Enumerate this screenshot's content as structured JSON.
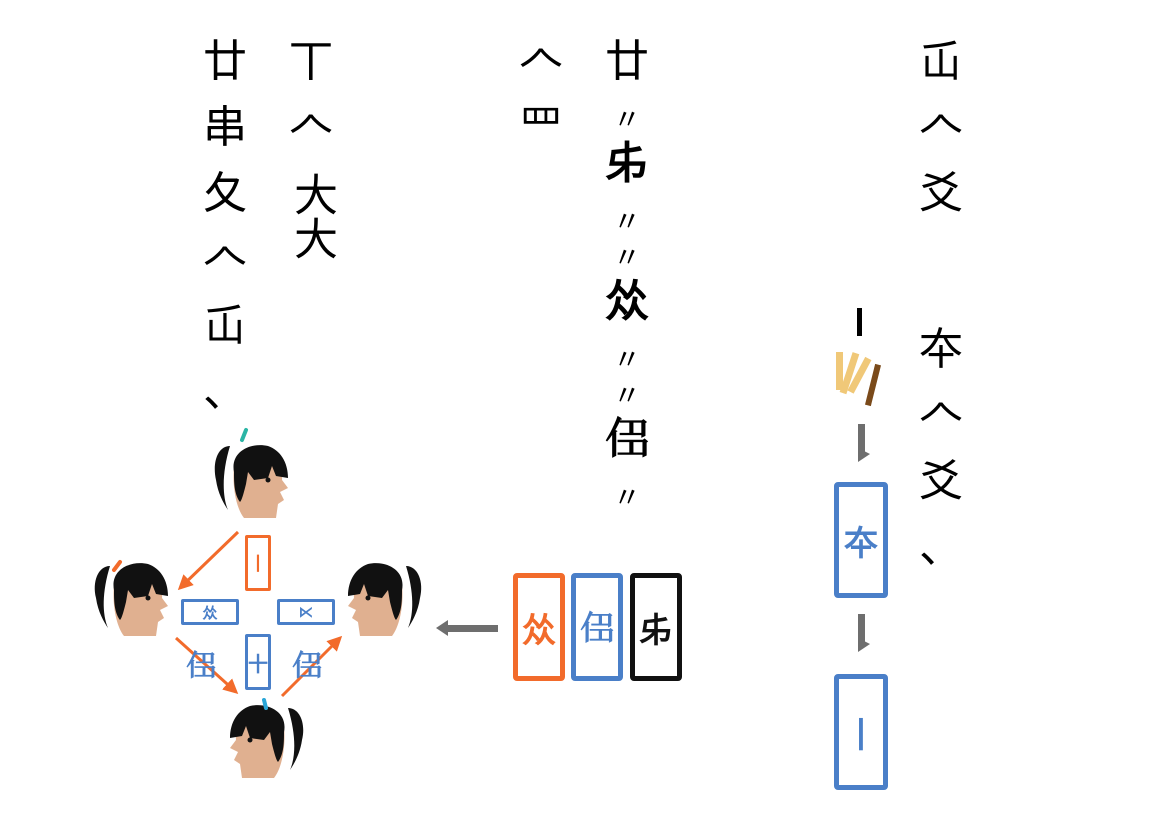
{
  "colors": {
    "orange": "#F26B2B",
    "blue": "#4A7FC8",
    "black": "#111111",
    "gray": "#6E6E6E",
    "skin": "#E0B090",
    "hair": "#111111",
    "bamboo_light": "#F0C878",
    "bamboo_dark": "#7A4A1A",
    "tie_teal": "#2AB5A5",
    "tie_orange": "#F26B2B",
    "tie_cyan": "#2AA6D8"
  },
  "columns": {
    "far_left": [
      "廿",
      "串",
      "夂",
      "𠆢",
      "屲",
      "、"
    ],
    "left": [
      "丅",
      "𠆢",
      "大大"
    ],
    "mid_left": [
      "𠆢",
      "罒"
    ],
    "mid_quotes": [
      "〃",
      "〃",
      "〃",
      "〃",
      "〃",
      "〃"
    ],
    "mid": [
      "廿",
      "𠂔",
      "𠈌",
      "𠈎"
    ],
    "right": [
      "屲",
      "𠆢",
      "爻",
      "夲",
      "𠆢",
      "爻",
      "、"
    ]
  },
  "tiles": {
    "row": [
      {
        "char": "𠈌",
        "color": "orange"
      },
      {
        "char": "𠈎",
        "color": "blue"
      },
      {
        "char": "𠂔",
        "color": "black"
      }
    ],
    "right_stack": [
      {
        "char": "夲",
        "color": "blue"
      },
      {
        "char": "丨",
        "color": "blue"
      }
    ],
    "diamond": {
      "top": "丨",
      "left": "𠈌",
      "right": "⋉",
      "bottom": "十",
      "label_left": "𠈎",
      "label_right": "𠈎"
    }
  },
  "icons": {
    "bamboo": "bamboo-sticks-icon",
    "arrow_left": "arrow-left-icon",
    "arrow_down": "arrow-down-icon",
    "head": "person-head-icon"
  }
}
